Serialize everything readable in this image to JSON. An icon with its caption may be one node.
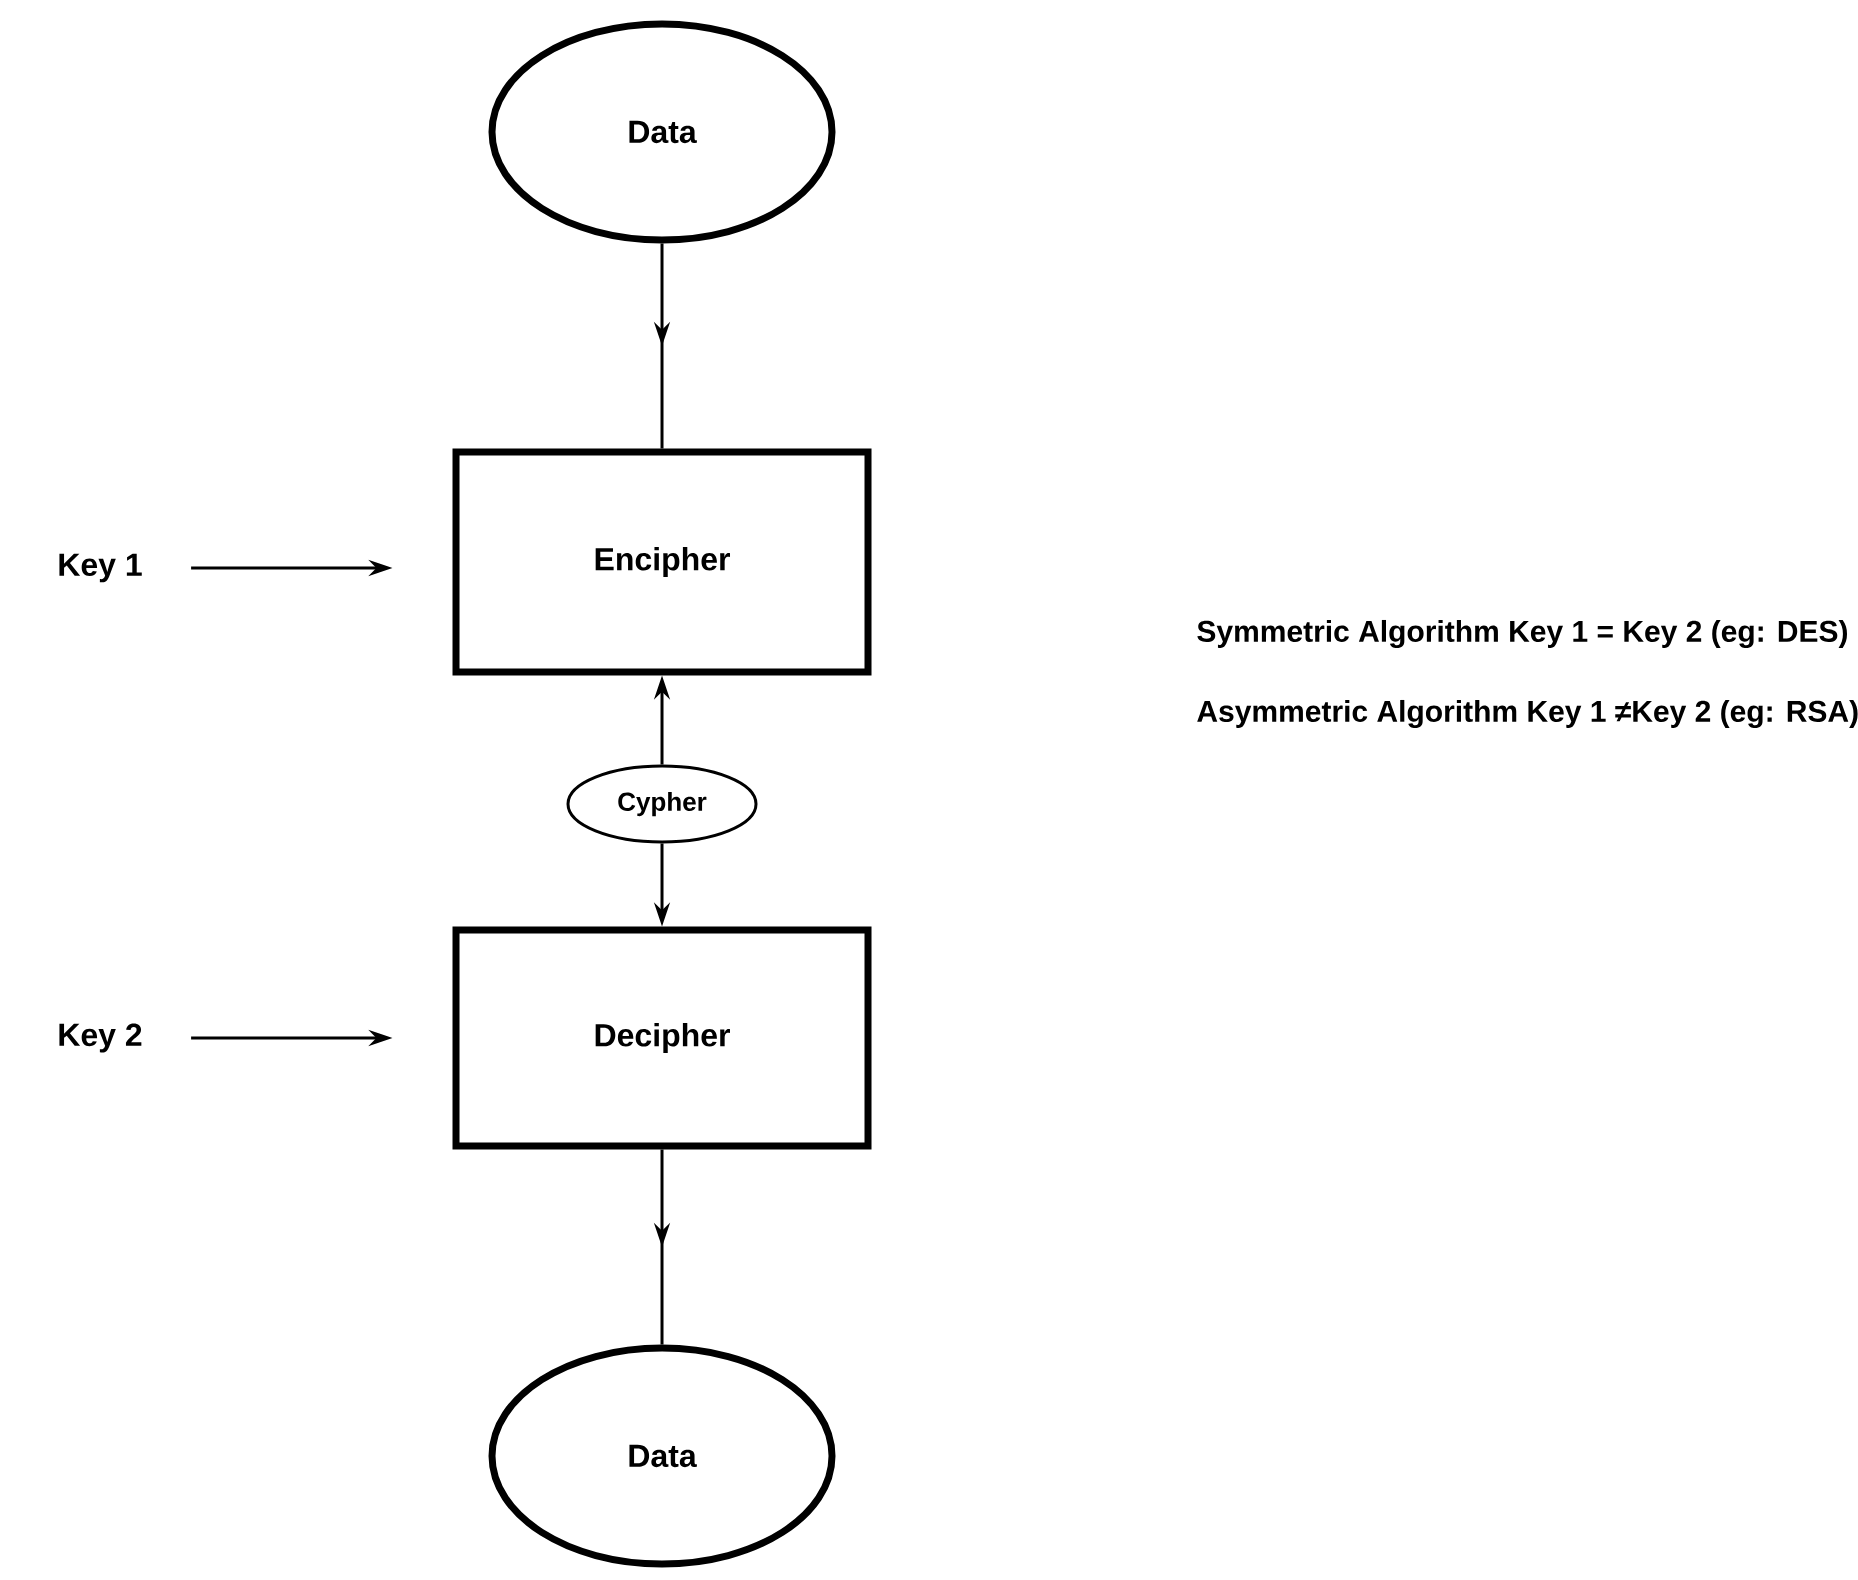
{
  "diagram": {
    "nodes": [
      {
        "text": [
          "Data"
        ]
      },
      {
        "text": [
          "Key 1"
        ]
      },
      {
        "text": [
          "Encipher"
        ]
      },
      {
        "text": [
          "Cypher"
        ]
      },
      {
        "text": [
          "Key 2"
        ]
      },
      {
        "text": [
          "Decipher"
        ]
      },
      {
        "text": [
          "Data"
        ]
      }
    ],
    "edges": [
      {
        "from": 0,
        "to": 2,
        "arrow": "to"
      },
      {
        "from": 1,
        "to": 2,
        "arrow": "to"
      },
      {
        "from": 3,
        "to": 2,
        "arrow": "to"
      },
      {
        "from": 3,
        "to": 5,
        "arrow": "to"
      },
      {
        "from": 4,
        "to": 5,
        "arrow": "to"
      },
      {
        "from": 5,
        "to": 6,
        "arrow": "to"
      }
    ],
    "labels": [
      "Symmetric Algorithm Key 1 = Key 2 (eg: DES)",
      "Asymmetric Algorithm Key 1 ≠Key 2 (eg: RSA)"
    ]
  }
}
